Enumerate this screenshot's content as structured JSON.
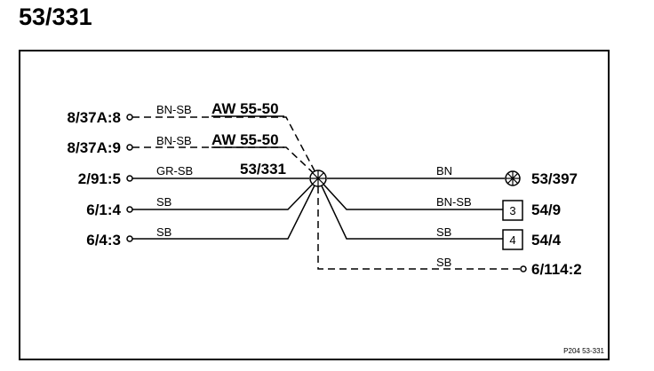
{
  "title": "53/331",
  "splice": {
    "label": "53/331"
  },
  "left_connectors": [
    {
      "label": "8/37A:8",
      "wire": "BN-SB",
      "ref": "AW 55-50"
    },
    {
      "label": "8/37A:9",
      "wire": "BN-SB",
      "ref": "AW 55-50"
    },
    {
      "label": "2/91:5",
      "wire": "GR-SB"
    },
    {
      "label": "6/1:4",
      "wire": "SB"
    },
    {
      "label": "6/4:3",
      "wire": "SB"
    }
  ],
  "right_connectors": [
    {
      "label": "53/397",
      "wire": "BN"
    },
    {
      "label": "54/9",
      "wire": "BN-SB",
      "box": "3"
    },
    {
      "label": "54/4",
      "wire": "SB",
      "box": "4"
    },
    {
      "label": "6/114:2",
      "wire": "SB"
    }
  ],
  "footer_code": "P204  53-331"
}
